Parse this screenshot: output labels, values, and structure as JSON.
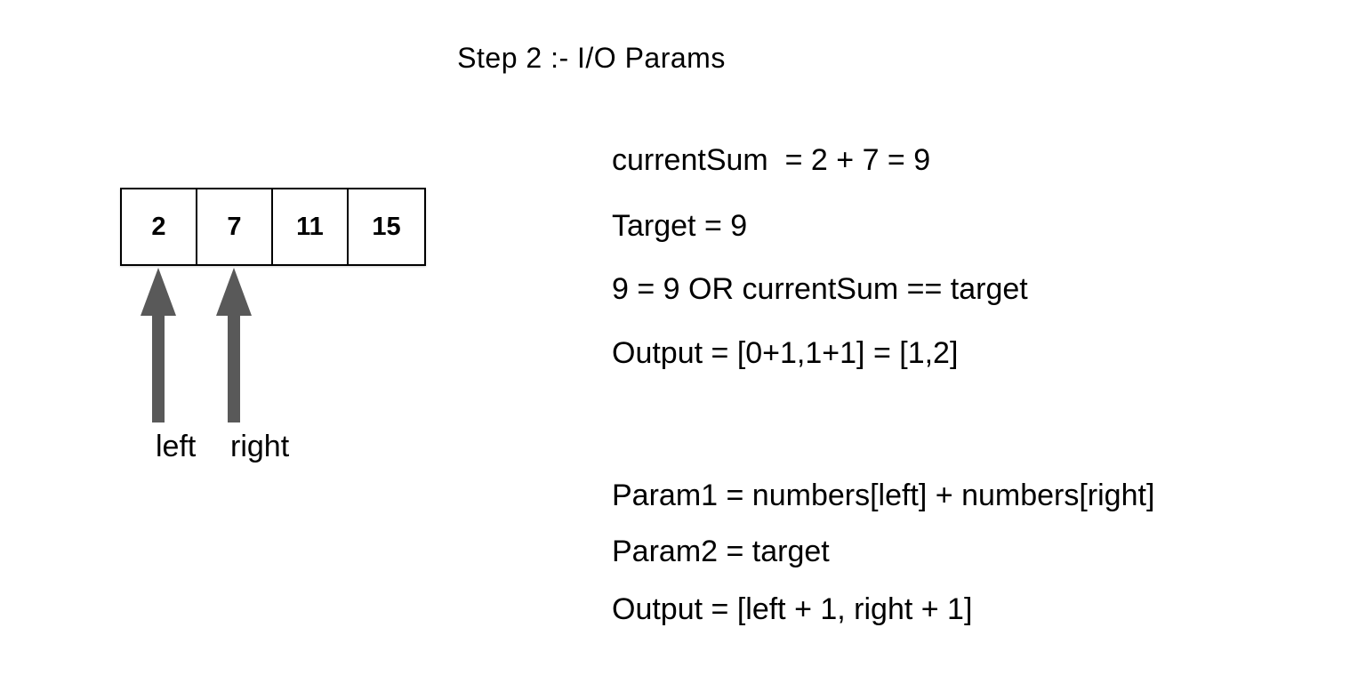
{
  "title": "Step 2 :- I/O Params",
  "array": {
    "cells": [
      "2",
      "7",
      "11",
      "15"
    ]
  },
  "pointers": [
    {
      "label": "left",
      "cell_index": 0
    },
    {
      "label": "right",
      "cell_index": 1
    }
  ],
  "calculations": {
    "lines": [
      "currentSum  = 2 + 7 = 9",
      "Target = 9",
      "9 = 9 OR currentSum == target",
      "Output = [0+1,1+1] = [1,2]"
    ]
  },
  "params": {
    "lines": [
      "Param1 = numbers[left] + numbers[right]",
      "Param2 = target",
      "Output = [left + 1, right + 1]"
    ]
  },
  "colors": {
    "background": "#ffffff",
    "text": "#000000",
    "arrow": "#595959",
    "cell_border": "#000000"
  }
}
